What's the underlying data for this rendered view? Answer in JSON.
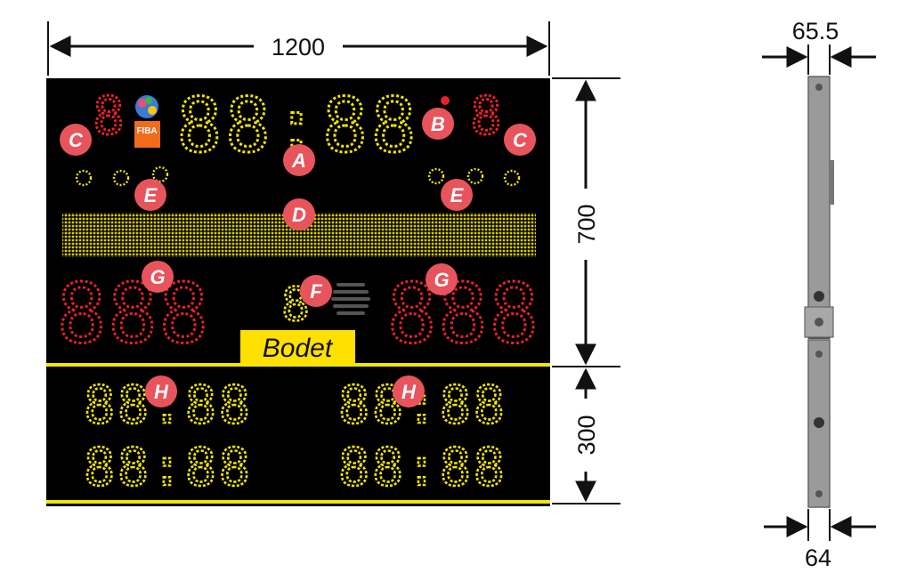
{
  "dimensions": {
    "width": "1200",
    "height_upper": "700",
    "height_lower": "300",
    "depth_top": "65.5",
    "depth_bottom": "64"
  },
  "scoreboard": {
    "game_clock": "88:88",
    "period_left": "8",
    "period_right": "8",
    "possession": "8",
    "score_left": "888",
    "score_right": "888",
    "player_times": [
      "88:88",
      "88:88",
      "88:88",
      "88:88"
    ],
    "logo_text": "Bodet",
    "fiba_text": "FIBA"
  },
  "callouts": {
    "A": "A",
    "B": "B",
    "C": "C",
    "D": "D",
    "E": "E",
    "F": "F",
    "G": "G",
    "H": "H"
  },
  "colors": {
    "board": "#000000",
    "yellow_led": "#f2e600",
    "red_led": "#e8202a",
    "callout": "#e8545c",
    "logo_bg": "#ffe000",
    "side_profile": "#9a9a9a"
  }
}
